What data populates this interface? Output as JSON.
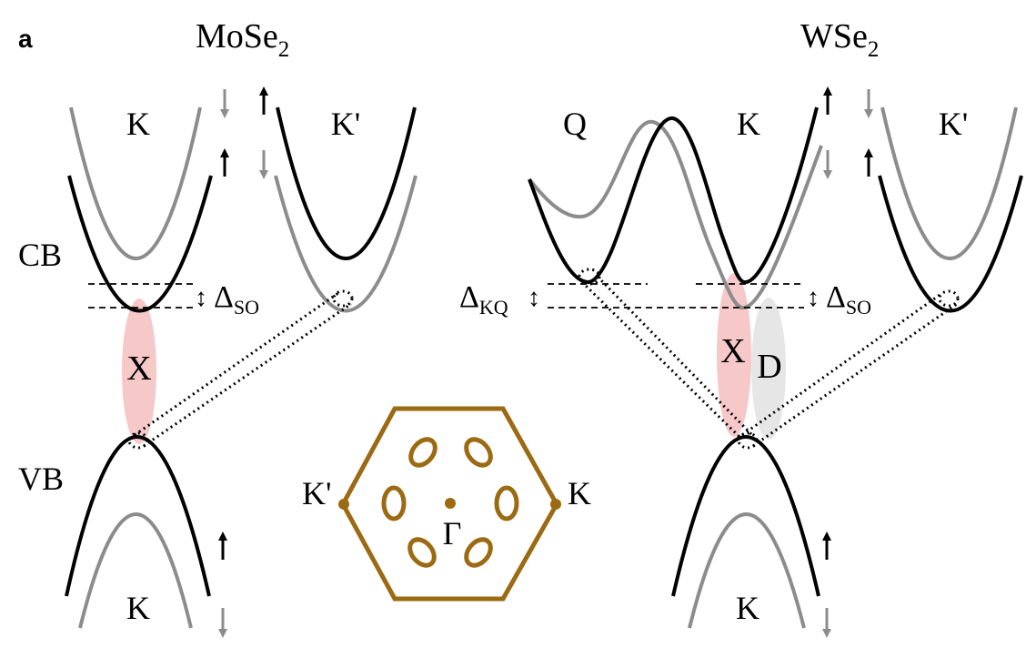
{
  "panel_label": "a",
  "left": {
    "material_base": "MoSe",
    "material_sub": "2",
    "valley_k": "K",
    "valley_kp": "K'",
    "valley_k_bottom": "K",
    "cb": "CB",
    "vb": "VB",
    "split_arrow": "↕",
    "split_symbol": "Δ",
    "split_sub": "SO",
    "exciton": "X"
  },
  "right": {
    "material_base": "WSe",
    "material_sub": "2",
    "valley_q": "Q",
    "valley_k": "K",
    "valley_kp": "K'",
    "valley_k_bottom": "K",
    "kq_symbol": "Δ",
    "kq_sub": "KQ",
    "kq_arrow": "↕",
    "split_arrow": "↕",
    "split_symbol": "Δ",
    "split_sub": "SO",
    "exciton_bright": "X",
    "exciton_dark": "D"
  },
  "bz": {
    "k_label": "K",
    "kp_label": "K'",
    "gamma_label": "Γ"
  },
  "colors": {
    "band_black": "#000000",
    "band_gray": "#8c8c8c",
    "exciton_bright": "#f7c8c8",
    "exciton_bright_text": "#c00000",
    "exciton_dark": "#e6e6e6",
    "exciton_dark_text": "#808080",
    "brillouin_zone": "#9b6a12"
  },
  "icons": [
    "spin-up-arrow-icon",
    "spin-down-arrow-icon"
  ]
}
